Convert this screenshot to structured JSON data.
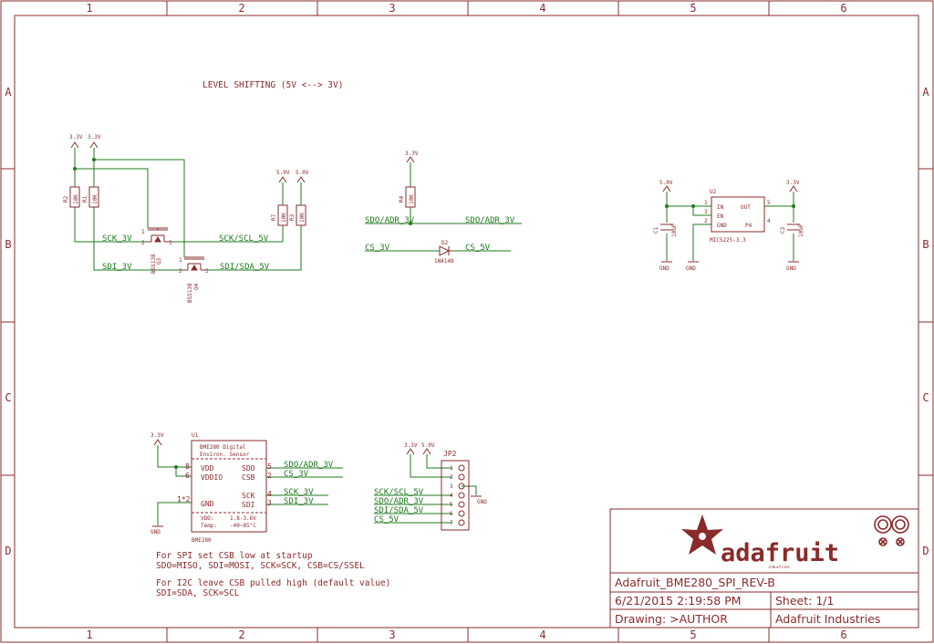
{
  "frame": {
    "columns": [
      "1",
      "2",
      "3",
      "4",
      "5",
      "6"
    ],
    "rows": [
      "A",
      "B",
      "C",
      "D"
    ]
  },
  "section_title": "LEVEL SHIFTING (5V <--> 3V)",
  "power_labels": {
    "v33": "3.3V",
    "v50": "5.0V",
    "gnd": "GND"
  },
  "resistors": {
    "r1": {
      "ref": "R1",
      "value": "10K"
    },
    "r2": {
      "ref": "R2",
      "value": "10K"
    },
    "r3": {
      "ref": "R3",
      "value": "10K"
    },
    "r4": {
      "ref": "R4",
      "value": "10K"
    },
    "r7": {
      "ref": "R7",
      "value": "10K"
    }
  },
  "mosfets": {
    "q3": {
      "ref": "Q3",
      "part": "BSS138"
    },
    "q4": {
      "ref": "Q4",
      "part": "BSS138"
    }
  },
  "nets": {
    "sck_3v": "SCK_3V",
    "sck_scl_5v": "SCK/SCL_5V",
    "sdi_3v": "SDI_3V",
    "sdi_sda_5v": "SDI/SDA_5V",
    "sdo_adr_3v": "SDO/ADR_3V",
    "cs_3v": "CS_3V",
    "cs_5v": "CS_5V",
    "csb_3v": "CS_3V"
  },
  "diode": {
    "ref": "D2",
    "part": "1N4148"
  },
  "regulator": {
    "ref": "U2",
    "part": "MIC5225-3.3",
    "pin_in": "IN",
    "pin_en": "EN",
    "pin_gnd": "GND",
    "pin_out": "OUT",
    "pin_p4": "P4",
    "pin_numbers": [
      "1",
      "3",
      "2",
      "5",
      "4"
    ]
  },
  "capacitors": {
    "c1": {
      "ref": "C1",
      "value": "10uF"
    },
    "c3": {
      "ref": "C3",
      "value": "10uF"
    }
  },
  "sensor": {
    "ref": "U1",
    "title1": "BME280 Digital",
    "title2": "Environ. Sensor",
    "pins_left": [
      "VDD",
      "VDDIO",
      "GND"
    ],
    "pins_left_nums": [
      "8",
      "6",
      "1*2"
    ],
    "pins_right": [
      "SDO",
      "CSB",
      "SCK",
      "SDI"
    ],
    "pins_right_nums": [
      "5",
      "2",
      "4",
      "3"
    ],
    "vdd_label": "VDD:",
    "vdd_range": "1.8-3.6V",
    "temp_label": "Temp:",
    "temp_range": "-40~85°C",
    "part": "BME280"
  },
  "header": {
    "ref": "JP2",
    "pins": [
      "1",
      "2",
      "3",
      "4",
      "5",
      "6",
      "7"
    ],
    "nets": [
      "SCK/SCL_5V",
      "SDO/ADR_3V",
      "SDI/SDA_5V",
      "CS_5V"
    ]
  },
  "notes": [
    "For SPI set CSB low at startup",
    "SDO=MISO, SDI=MOSI, SCK=SCK, CSB=CS/SSEL",
    "For I2C leave CSB pulled high (default value)",
    "SDI=SDA, SCK=SCL"
  ],
  "title_block": {
    "logo_text": "adafruit",
    "logo_tagline": "industries",
    "name": "Adafruit_BME280_SPI_REV-B",
    "date": "6/21/2015 2:19:58 PM",
    "sheet": "Sheet: 1/1",
    "drawing": "Drawing: >AUTHOR",
    "company": "Adafruit Industries"
  },
  "colors": {
    "frame": "#8a2b2b",
    "wire": "#1f7a1f",
    "junction": "#1f7a1f"
  }
}
